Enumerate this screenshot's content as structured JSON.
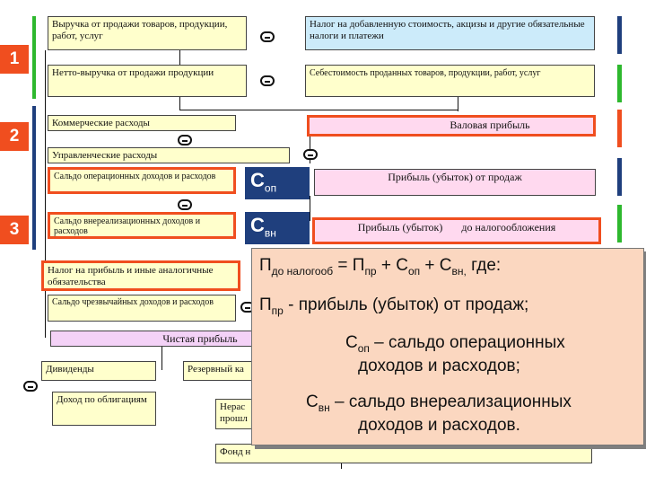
{
  "numbers": [
    "1",
    "2",
    "3"
  ],
  "boxes": {
    "revenue": "Выручка от продажи товаров, продукции, работ, услуг",
    "vat": "Налог на добавленную стоимость, акцизы и другие обязательные налоги и платежи",
    "net_revenue": "Нетто-выручка от продажи продукции",
    "cost": "Себестоимость проданных товаров, продукции, работ, услуг",
    "commercial": "Коммерческие расходы",
    "gross_profit": "Валовая прибыль",
    "management": "Управленческие расходы",
    "operating_balance": "Сальдо операционных доходов и расходов",
    "sales_profit": "Прибыль (убыток) от продаж",
    "nonoperating_balance": "Сальдо внереализационных доходов и расходов",
    "pretax_profit": "Прибыль (убыток)       до налогообложения",
    "profit_tax": "Налог на прибыль и иные аналогичные обязательства",
    "emergency": "Сальдо чрезвычайных доходов и расходов",
    "net_profit": "Чистая прибыль",
    "dividends": "Дивиденды",
    "reserve": "Резервный ка",
    "bond_income": "Доход по облигациям",
    "retained": "Нерас прошл",
    "fund": "Фонд н"
  },
  "symbols": {
    "c_op": {
      "main": "С",
      "sub": "оп"
    },
    "c_vn": {
      "main": "С",
      "sub": "вн"
    }
  },
  "overlay": {
    "formula": {
      "p": "П",
      "p_sub": "до налогооб",
      "eq": " = П",
      "ppr_sub": "пр",
      "plus1": " + С",
      "cop_sub": "оп",
      "plus2": " + С",
      "cvn_sub": "вн,",
      "tail": " где:"
    },
    "line1": {
      "p": "П",
      "sub": "пр",
      "text": " - прибыль (убыток) от продаж;"
    },
    "line2": {
      "c": "С",
      "sub": "оп",
      "text": " – сальдо операционных",
      "cont": "доходов и расходов;"
    },
    "line3": {
      "c": "С",
      "sub": "вн",
      "text": " – сальдо внереализационных",
      "cont": "доходов и расходов."
    }
  },
  "colors": {
    "red": "#f04e1f",
    "green": "#2eb82e",
    "navy": "#1f3f7d",
    "overlay": "#fbd7c0"
  }
}
